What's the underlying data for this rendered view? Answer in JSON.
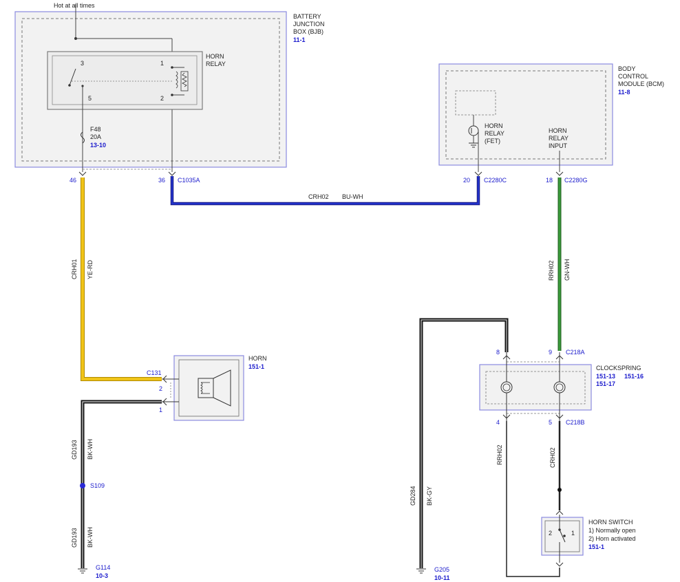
{
  "header_note": "Hot at all times",
  "components": {
    "bjb": {
      "name_lines": [
        "BATTERY",
        "JUNCTION",
        "BOX (BJB)"
      ],
      "ref": "11-1"
    },
    "horn_relay": {
      "name_lines": [
        "HORN",
        "RELAY"
      ],
      "pins": [
        "3",
        "1",
        "5",
        "2"
      ]
    },
    "fuse": {
      "lines": [
        "F48",
        "20A"
      ],
      "ref": "13-10"
    },
    "bcm": {
      "name_lines": [
        "BODY",
        "CONTROL",
        "MODULE (BCM)"
      ],
      "ref": "11-8",
      "fet_lines": [
        "HORN",
        "RELAY",
        "(FET)"
      ],
      "input_lines": [
        "HORN",
        "RELAY",
        "INPUT"
      ]
    },
    "horn": {
      "name": "HORN",
      "ref": "151-1",
      "connector": "C131",
      "pins": [
        "2",
        "1"
      ]
    },
    "clockspring": {
      "name": "CLOCKSPRING",
      "refs": [
        "151-13",
        "151-16",
        "151-17"
      ]
    },
    "horn_switch": {
      "name": "HORN SWITCH",
      "notes": [
        "1) Normally open",
        "2) Horn activated"
      ],
      "ref": "151-1",
      "pins": [
        "2",
        "1"
      ]
    },
    "splice": {
      "name": "S109"
    },
    "grounds": [
      {
        "name": "G114",
        "ref": "10-3"
      },
      {
        "name": "G205",
        "ref": "10-11"
      }
    ]
  },
  "connectors": {
    "c1035a": {
      "pins": [
        "46",
        "36"
      ],
      "name": "C1035A"
    },
    "c2280c": {
      "pin": "20",
      "name": "C2280C"
    },
    "c2280g": {
      "pin": "18",
      "name": "C2280G"
    },
    "c218a": {
      "pins": [
        "8",
        "9"
      ],
      "name": "C218A"
    },
    "c218b": {
      "pins": [
        "4",
        "5"
      ],
      "name": "C218B"
    }
  },
  "wires": {
    "crh02_bu_wh": {
      "circuit": "CRH02",
      "color": "BU-WH",
      "stroke": "#2233cc"
    },
    "crh01_ye_rd": {
      "circuit": "CRH01",
      "color": "YE-RD",
      "stroke": "#f0c419"
    },
    "rrh02_gn_wh": {
      "circuit": "RRH02",
      "color": "GN-WH",
      "stroke": "#3a9a3a"
    },
    "gd193_upper": {
      "circuit": "GD193",
      "color": "BK-WH",
      "stroke": "#222222"
    },
    "gd193_lower": {
      "circuit": "GD193",
      "color": "BK-WH",
      "stroke": "#222222"
    },
    "gd284_bk_gy": {
      "circuit": "GD284",
      "color": "BK-GY",
      "stroke": "#222222"
    },
    "rrh02_lower": {
      "circuit": "RRH02"
    },
    "crh02_lower": {
      "circuit": "CRH02"
    }
  }
}
